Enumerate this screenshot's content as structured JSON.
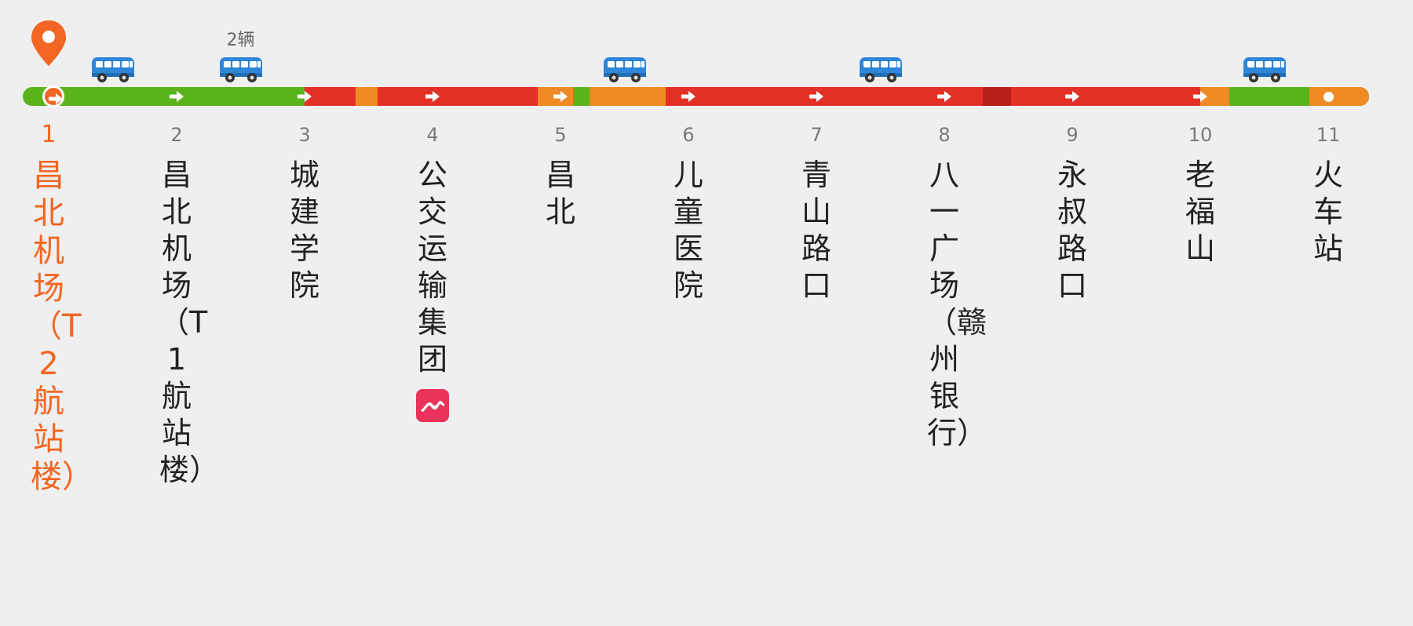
{
  "colors": {
    "accent": "#f26522",
    "traffic_smooth": "#5bb31c",
    "traffic_slow": "#f08a24",
    "traffic_congested": "#e53028",
    "traffic_severe": "#b81f1a",
    "bus": "#2f86d6",
    "metro_badge": "#e8345a"
  },
  "current_station_index": 0,
  "buses_label": "2辆",
  "stations": [
    {
      "num": "1",
      "name": "昌北机场（T2航站楼）"
    },
    {
      "num": "2",
      "name": "昌北机场（T1航站楼）"
    },
    {
      "num": "3",
      "name": "城建学院"
    },
    {
      "num": "4",
      "name": "公交运输集团"
    },
    {
      "num": "5",
      "name": "昌北"
    },
    {
      "num": "6",
      "name": "儿童医院"
    },
    {
      "num": "7",
      "name": "青山路口"
    },
    {
      "num": "8",
      "name": "八一广场（赣州银行）"
    },
    {
      "num": "9",
      "name": "永叔路口"
    },
    {
      "num": "10",
      "name": "老福山"
    },
    {
      "num": "11",
      "name": "火车站"
    }
  ],
  "transfer_badges": [
    {
      "station_index": 3,
      "icon": "metro-icon"
    }
  ],
  "buses": [
    {
      "position": 0.5,
      "label": ""
    },
    {
      "position": 1.5,
      "label": "2辆"
    },
    {
      "position": 4.5,
      "label": ""
    },
    {
      "position": 6.5,
      "label": ""
    },
    {
      "position": 9.5,
      "label": ""
    }
  ],
  "traffic_segments": [
    {
      "from": 0,
      "to": 2,
      "level": "smooth"
    },
    {
      "from": 2,
      "to": 2.4,
      "level": "congested"
    },
    {
      "from": 2.4,
      "to": 2.57,
      "level": "slow"
    },
    {
      "from": 2.57,
      "to": 3.82,
      "level": "congested"
    },
    {
      "from": 3.82,
      "to": 4.1,
      "level": "slow"
    },
    {
      "from": 4.1,
      "to": 4.23,
      "level": "smooth"
    },
    {
      "from": 4.23,
      "to": 4.82,
      "level": "slow"
    },
    {
      "from": 4.82,
      "to": 7.3,
      "level": "congested"
    },
    {
      "from": 7.3,
      "to": 7.52,
      "level": "severe"
    },
    {
      "from": 7.52,
      "to": 9.0,
      "level": "congested"
    },
    {
      "from": 9.0,
      "to": 9.23,
      "level": "slow"
    },
    {
      "from": 9.23,
      "to": 9.85,
      "level": "smooth"
    },
    {
      "from": 9.85,
      "to": 10.4,
      "level": "slow"
    }
  ]
}
